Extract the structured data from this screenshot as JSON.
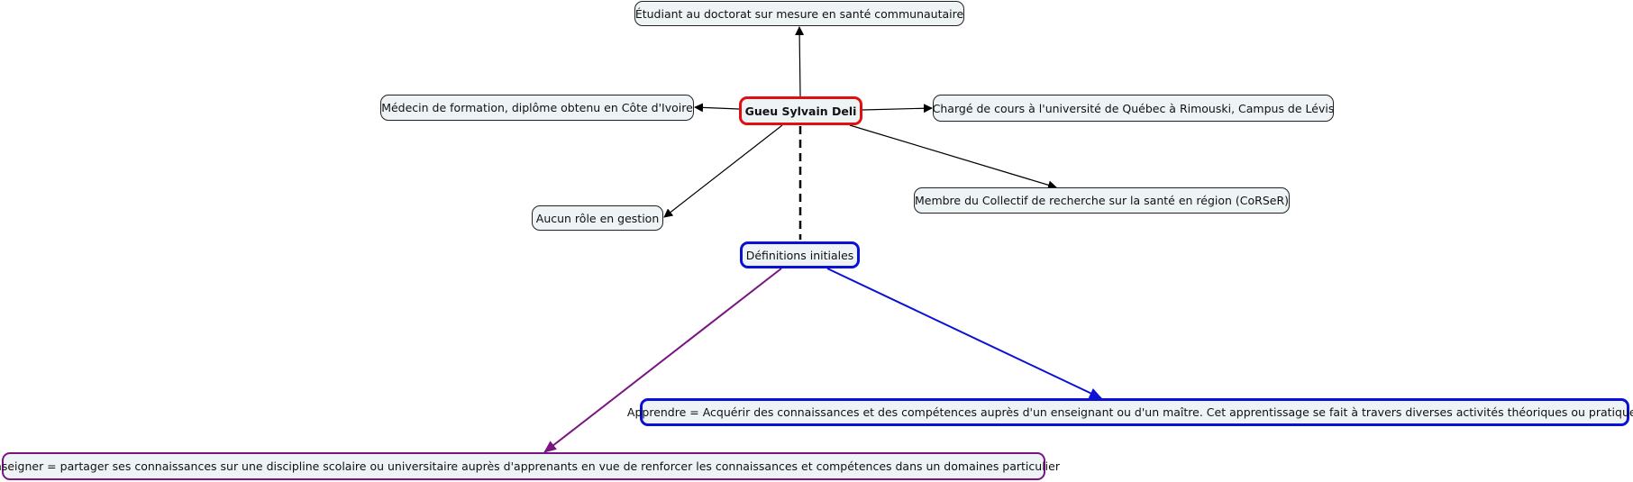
{
  "diagram": {
    "type": "concept-map",
    "colors": {
      "root_border": "#e01010",
      "definitions_border": "#0a10d6",
      "enseigner_border": "#7a1482",
      "node_fill": "#eef3f5",
      "link_default": "#000000",
      "link_apprendre": "#0a10d6",
      "link_enseigner": "#7a1482"
    },
    "nodes": {
      "root": "Gueu Sylvain Deli",
      "etudiant": "Étudiant au doctorat sur mesure en santé communautaire",
      "medecin": "Médecin de formation, diplôme obtenu en Côte d'Ivoire",
      "charge": "Chargé de cours à l'université de Québec à Rimouski, Campus de Lévis",
      "aucun": "Aucun rôle en gestion",
      "membre": "Membre du Collectif de recherche sur la santé en région (CoRSeR)",
      "definitions": "Définitions initiales",
      "apprendre": "Apprendre = Acquérir des connaissances et des compétences auprès d'un enseignant ou d'un maître. Cet apprentissage se fait à travers diverses activités théoriques ou pratiques",
      "enseigner": "Enseigner = partager ses connaissances sur une discipline scolaire ou universitaire auprès d'apprenants en vue de renforcer les connaissances et compétences dans un domaines particulier"
    },
    "links": [
      {
        "from": "root",
        "to": "etudiant",
        "style": "solid",
        "arrow": true
      },
      {
        "from": "root",
        "to": "medecin",
        "style": "solid",
        "arrow": true
      },
      {
        "from": "root",
        "to": "charge",
        "style": "solid",
        "arrow": true
      },
      {
        "from": "root",
        "to": "aucun",
        "style": "solid",
        "arrow": true
      },
      {
        "from": "root",
        "to": "membre",
        "style": "solid",
        "arrow": true
      },
      {
        "from": "root",
        "to": "definitions",
        "style": "dashed",
        "arrow": false
      },
      {
        "from": "definitions",
        "to": "apprendre",
        "style": "solid",
        "arrow": true
      },
      {
        "from": "definitions",
        "to": "enseigner",
        "style": "solid",
        "arrow": true
      }
    ]
  }
}
